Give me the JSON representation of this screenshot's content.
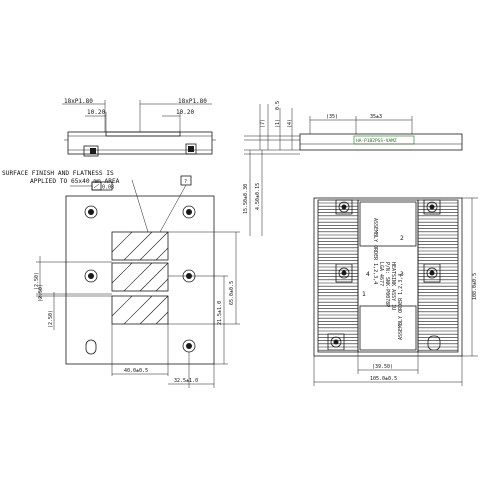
{
  "notes": {
    "line1": "SURFACE FINISH AND FLATNESS IS",
    "line2": "APPLIED TO 65x40 mm AREA",
    "flatness": "0.08",
    "flag": "?"
  },
  "top_view": {
    "pitch_left": "18xP1.80",
    "pitch_right": "18xP1.80",
    "offset_left": "10.20",
    "offset_right": "10.20"
  },
  "base_view": {
    "dim_40": "40.0±0.5",
    "dim_32": "32.5±1.0",
    "dim_65": "65.0±0.5",
    "dim_21": "21.5±1.0",
    "dim_250a": "(2.50)",
    "dim_250b": "(2.50)",
    "dim_250c": "(2.50)"
  },
  "side_view": {
    "dim_7": "(7)",
    "dim_05": "0.5",
    "dim_1": "(1)",
    "dim_4": "(4)",
    "dim_15_50": "15.50±0.30",
    "dim_4_50": "4.50±0.15",
    "dim_35": "(35)",
    "dim_35_3": "35±3",
    "label_text": "HA-P1B2PSS-VAMZ"
  },
  "heatsink_view": {
    "dim_108": "108.0±0.5",
    "dim_39_50": "(39.50)",
    "dim_105": "105.0±0.5",
    "mark_1": "1",
    "mark_2": "2",
    "mark_3": "3",
    "mark_4": "4",
    "label_top": "ASSEMBLY ORDER 1,2,3,4",
    "label_bottom": "ASSEMBLY ORDER 1,2,3,4",
    "center_line1": "HEATSINK ASSY 1U",
    "center_line2": "P/N: SNK-P0078P",
    "center_line3": "LGA 4677"
  }
}
